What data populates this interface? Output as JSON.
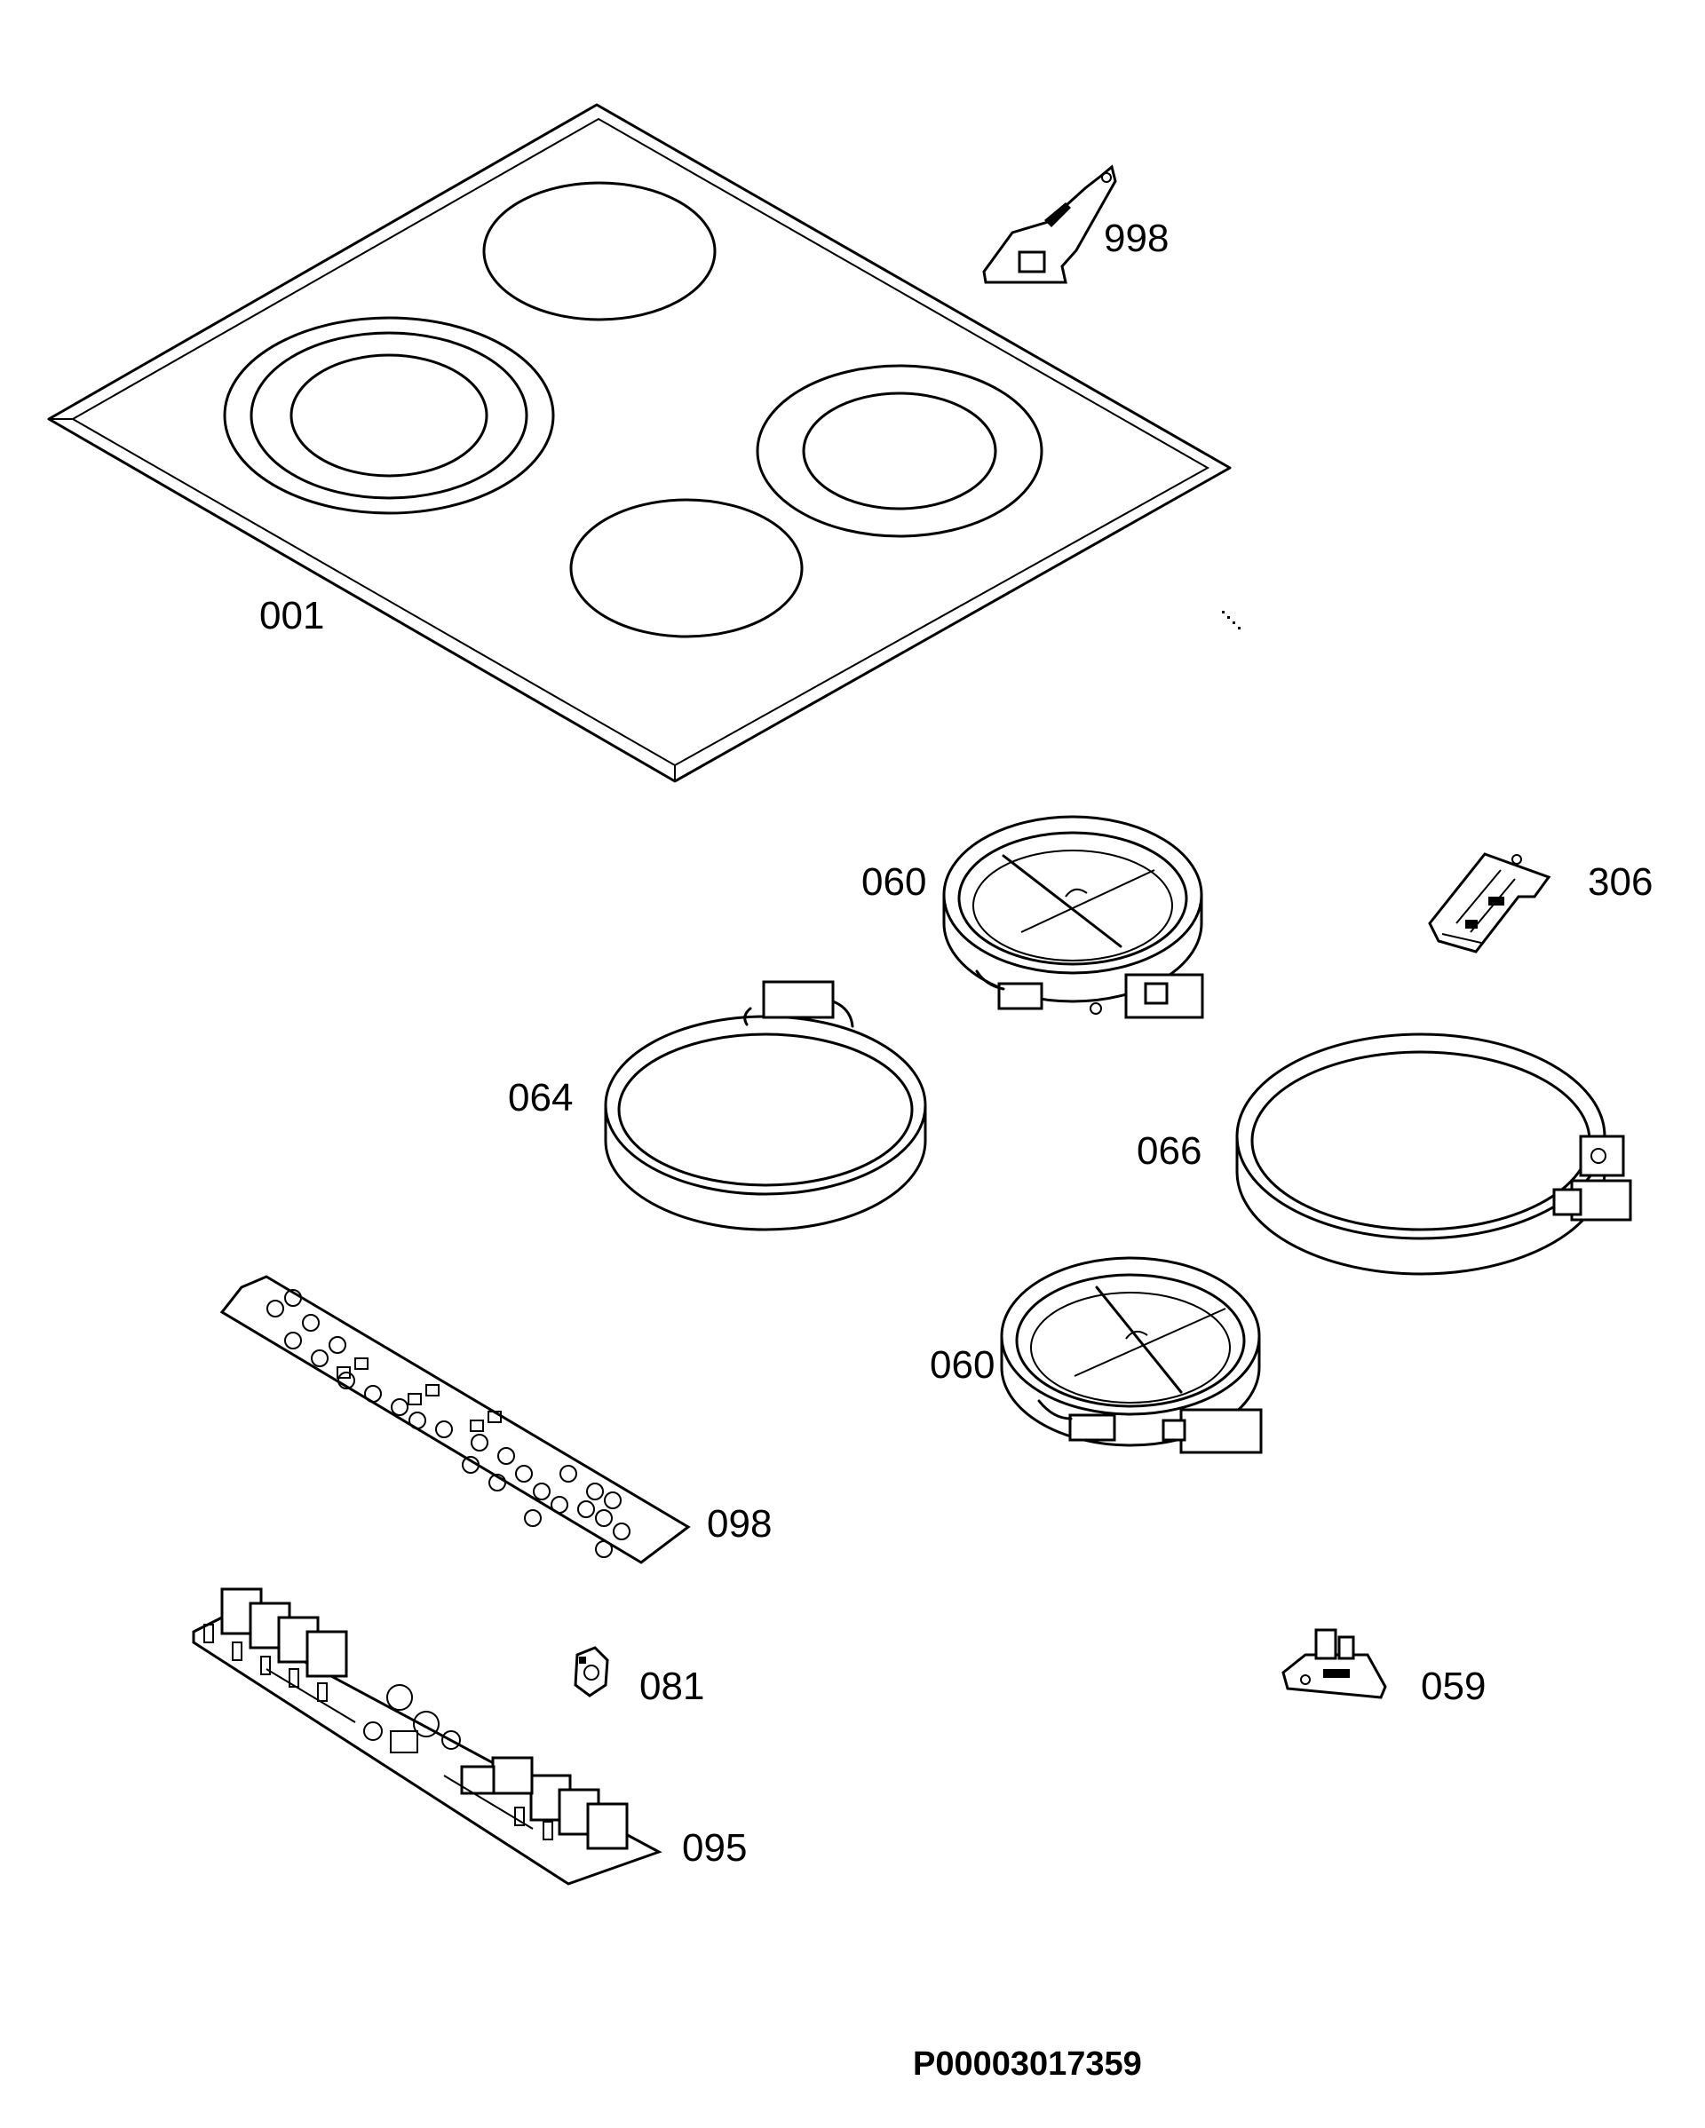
{
  "drawing": {
    "document_id": "P00003017359",
    "parts": [
      {
        "id": "p001",
        "label": "001",
        "icon": "glass-cooktop-icon"
      },
      {
        "id": "p998",
        "label": "998",
        "icon": "scraper-icon"
      },
      {
        "id": "p060a",
        "label": "060",
        "icon": "radiant-heater-icon"
      },
      {
        "id": "p306",
        "label": "306",
        "icon": "terminal-block-icon"
      },
      {
        "id": "p064",
        "label": "064",
        "icon": "heater-ring-icon"
      },
      {
        "id": "p066",
        "label": "066",
        "icon": "heater-ring-large-icon"
      },
      {
        "id": "p060b",
        "label": "060",
        "icon": "radiant-heater-icon"
      },
      {
        "id": "p098",
        "label": "098",
        "icon": "control-board-icon"
      },
      {
        "id": "p081",
        "label": "081",
        "icon": "clip-icon"
      },
      {
        "id": "p059",
        "label": "059",
        "icon": "connector-icon"
      },
      {
        "id": "p095",
        "label": "095",
        "icon": "power-board-icon"
      }
    ]
  }
}
